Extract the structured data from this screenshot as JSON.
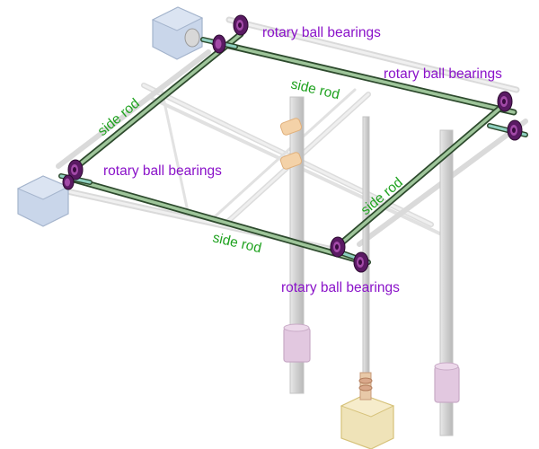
{
  "diagram": {
    "labels": {
      "bearing_top": "rotary ball bearings",
      "bearing_right": "rotary ball bearings",
      "bearing_left": "rotary ball bearings",
      "bearing_bottom": "rotary ball bearings",
      "rod_left": "side rod",
      "rod_top": "side rod",
      "rod_right": "side rod",
      "rod_bottom": "side rod"
    },
    "colors": {
      "bearing_label": "#8a12c9",
      "rod_label": "#1fa21f",
      "side_rod": "#2d4a2d",
      "side_rod_fill": "#9ec59a",
      "bearing": "#5a1a63",
      "bearing_light": "#a34aa8",
      "ghost_part": "#cfcfcf",
      "motor": "#c9d6ea",
      "bearing_block": "#e2c8e0",
      "lead_screw_nut": "#efe3b8"
    }
  }
}
